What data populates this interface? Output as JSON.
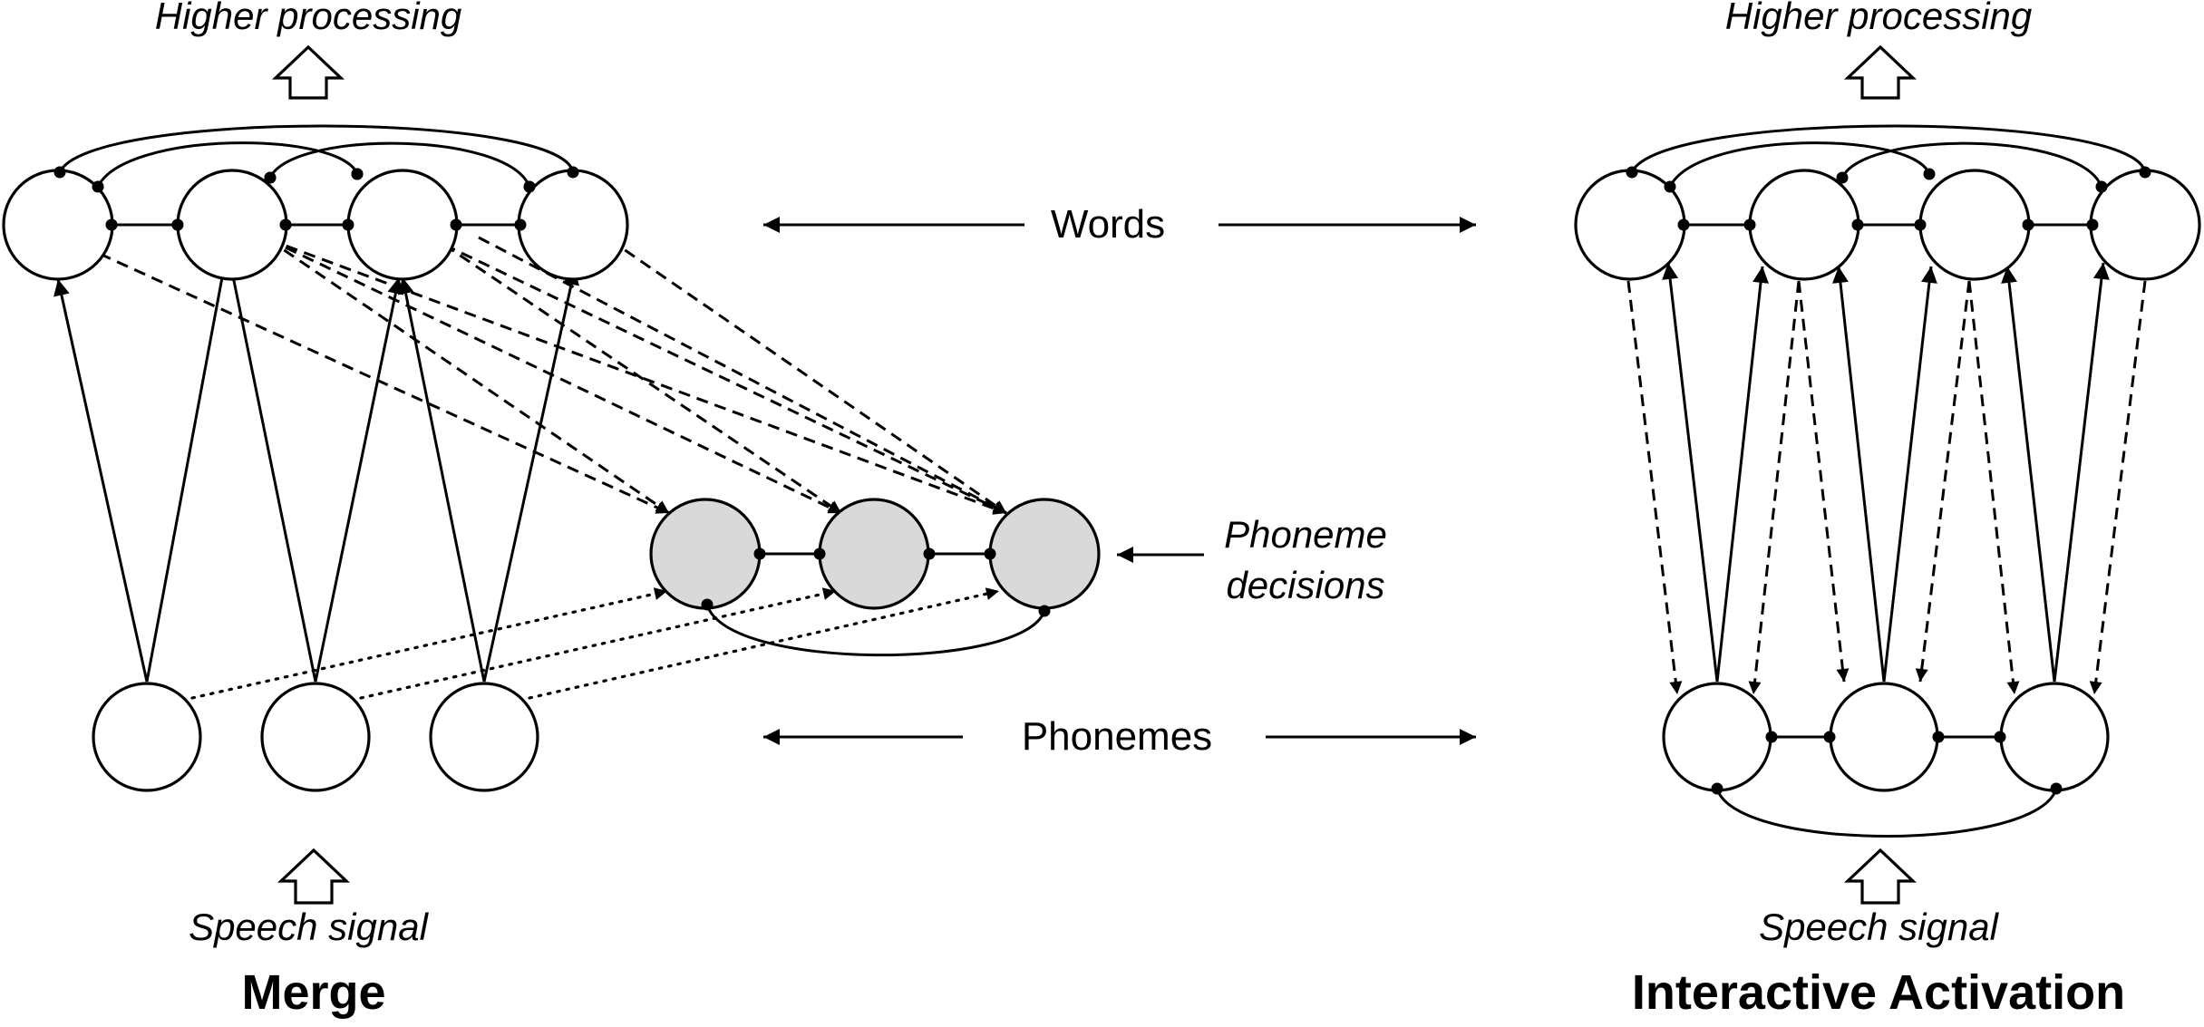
{
  "merge": {
    "higher_processing": "Higher processing",
    "speech_signal": "Speech signal",
    "title": "Merge",
    "phoneme_decisions_line1": "Phoneme",
    "phoneme_decisions_line2": "decisions"
  },
  "middle": {
    "words": "Words",
    "phonemes": "Phonemes"
  },
  "interactive": {
    "higher_processing": "Higher processing",
    "speech_signal": "Speech signal",
    "title": "Interactive Activation"
  }
}
